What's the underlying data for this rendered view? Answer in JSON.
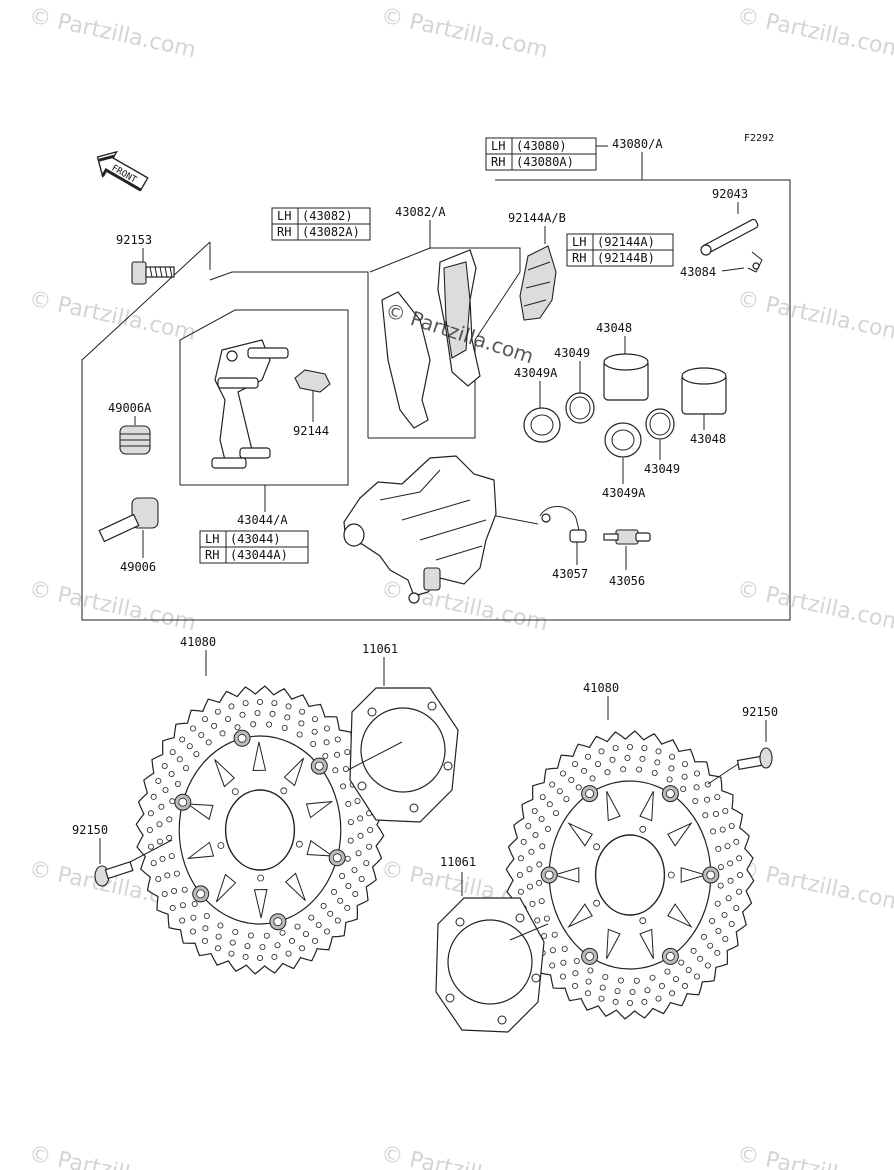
{
  "watermark": {
    "text": "© Partzilla.com"
  },
  "overlay_watermark": "© Partzilla.com",
  "drawing_code": "F2292",
  "front_arrow_label": "FRONT",
  "callouts": {
    "p92153": "92153",
    "p49006A": "49006A",
    "p49006": "49006",
    "p92144": "92144",
    "p43044A": "43044/A",
    "p43082A": "43082/A",
    "p92144AB": "92144A/B",
    "p43080A": "43080/A",
    "p92043": "92043",
    "p43084": "43084",
    "p43048_top": "43048",
    "p43049_top": "43049",
    "p43049A_top": "43049A",
    "p43048_right": "43048",
    "p43049_right": "43049",
    "p43049A_bottom": "43049A",
    "p43057": "43057",
    "p43056": "43056",
    "p41080_left": "41080",
    "p11061_top": "11061",
    "p41080_right": "41080",
    "p92150_right": "92150",
    "p92150_left": "92150",
    "p11061_bottom": "11061"
  },
  "tables": {
    "t43080": {
      "rows": [
        {
          "side": "LH",
          "part": "(43080)"
        },
        {
          "side": "RH",
          "part": "(43080A)"
        }
      ]
    },
    "t43082": {
      "rows": [
        {
          "side": "LH",
          "part": "(43082)"
        },
        {
          "side": "RH",
          "part": "(43082A)"
        }
      ]
    },
    "t92144": {
      "rows": [
        {
          "side": "LH",
          "part": "(92144A)"
        },
        {
          "side": "RH",
          "part": "(92144B)"
        }
      ]
    },
    "t43044": {
      "rows": [
        {
          "side": "LH",
          "part": "(43044)"
        },
        {
          "side": "RH",
          "part": "(43044A)"
        }
      ]
    }
  }
}
